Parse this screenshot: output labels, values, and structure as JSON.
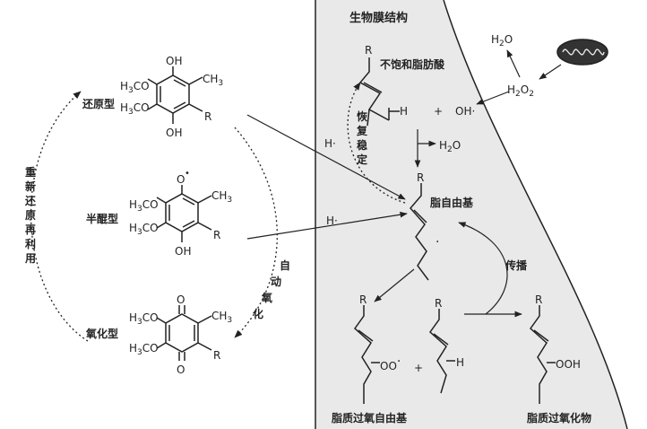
{
  "labels": {
    "membrane_title": "生物膜结构",
    "unsaturated_fatty_acid": "不饱和脂肪酸",
    "restore_stability": [
      "恢",
      "复",
      "稳",
      "定"
    ],
    "lipid_radical": "脂自由基",
    "propagation": "传播",
    "lipid_peroxyl_radical": "脂质过氧自由基",
    "lipid_peroxide": "脂质过氧化物",
    "reduced_form": "还原型",
    "semiquinone_form": "半醌型",
    "oxidized_form": "氧化型",
    "re_reduce": [
      "重",
      "新",
      "还",
      "原",
      "再",
      "利",
      "用"
    ],
    "auto_oxidation": [
      "自",
      "动",
      "氧",
      "化"
    ]
  },
  "chemistry": {
    "methoxy_top": "H3CO",
    "methoxy_bottom": "H3CO",
    "methyl": "CH3",
    "hydroxyl": "OH",
    "r_group": "R",
    "oxygen": "O",
    "radical_dot": "•",
    "h_radical": "H·",
    "hydrogen": "H",
    "hydroxyl_radical": "OH·",
    "plus": "+",
    "water": "H2O",
    "hydrogen_peroxide": "H2O2",
    "peroxyl": "OO·",
    "hydroperoxide": "OOH",
    "radical_dot_small": "·"
  },
  "icons": [
    "mitochondrion-icon"
  ],
  "colors": {
    "membrane_fill": "#e9e9e9",
    "ink": "#222222"
  }
}
